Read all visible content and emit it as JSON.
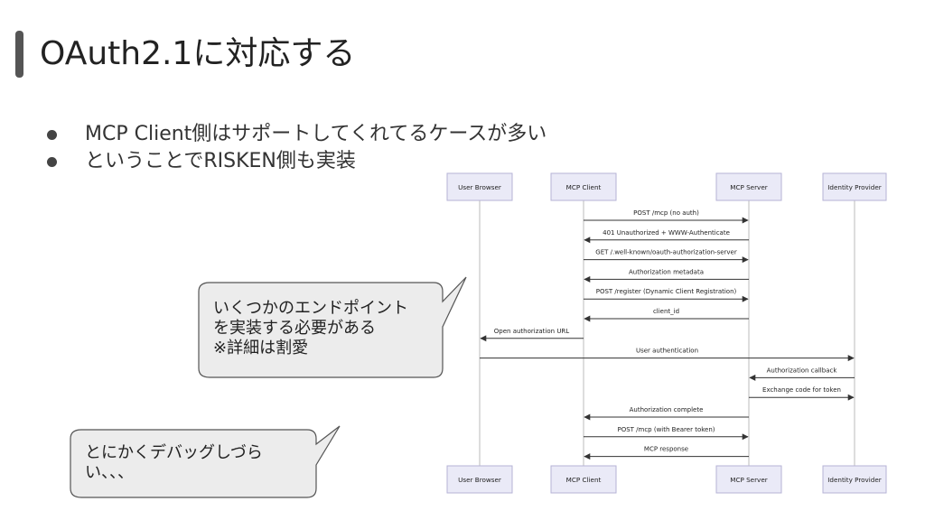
{
  "slide": {
    "title": "OAuth2.1に対応する",
    "bullets": [
      "MCP Client側はサポートしてくれてるケースが多い",
      "ということでRISKEN側も実装"
    ]
  },
  "sequence_diagram": {
    "participants": [
      "User Browser",
      "MCP Client",
      "MCP Server",
      "Identity Provider"
    ],
    "messages": [
      {
        "from": "MCP Client",
        "to": "MCP Server",
        "label": "POST /mcp (no auth)"
      },
      {
        "from": "MCP Server",
        "to": "MCP Client",
        "label": "401 Unauthorized + WWW-Authenticate"
      },
      {
        "from": "MCP Client",
        "to": "MCP Server",
        "label": "GET /.well-known/oauth-authorization-server"
      },
      {
        "from": "MCP Server",
        "to": "MCP Client",
        "label": "Authorization metadata"
      },
      {
        "from": "MCP Client",
        "to": "MCP Server",
        "label": "POST /register (Dynamic Client Registration)"
      },
      {
        "from": "MCP Server",
        "to": "MCP Client",
        "label": "client_id"
      },
      {
        "from": "MCP Client",
        "to": "User Browser",
        "label": "Open authorization URL"
      },
      {
        "from": "User Browser",
        "to": "Identity Provider",
        "label": "User authentication"
      },
      {
        "from": "Identity Provider",
        "to": "MCP Server",
        "label": "Authorization callback"
      },
      {
        "from": "MCP Server",
        "to": "Identity Provider",
        "label": "Exchange code for token"
      },
      {
        "from": "MCP Server",
        "to": "MCP Client",
        "label": "Authorization complete"
      },
      {
        "from": "MCP Client",
        "to": "MCP Server",
        "label": "POST /mcp (with Bearer token)"
      },
      {
        "from": "MCP Server",
        "to": "MCP Client",
        "label": "MCP response"
      }
    ]
  },
  "callouts": {
    "endpoints": "いくつかのエンドポイント\nを実装する必要がある\n※詳細は割愛",
    "debug": "とにかくデバッグしづら\nい、、、"
  },
  "colors": {
    "participant_fill": "#eaeaf7",
    "participant_stroke": "#b6b3d6",
    "callout_fill": "#ececec",
    "callout_stroke": "#555555",
    "arrow": "#333333"
  }
}
